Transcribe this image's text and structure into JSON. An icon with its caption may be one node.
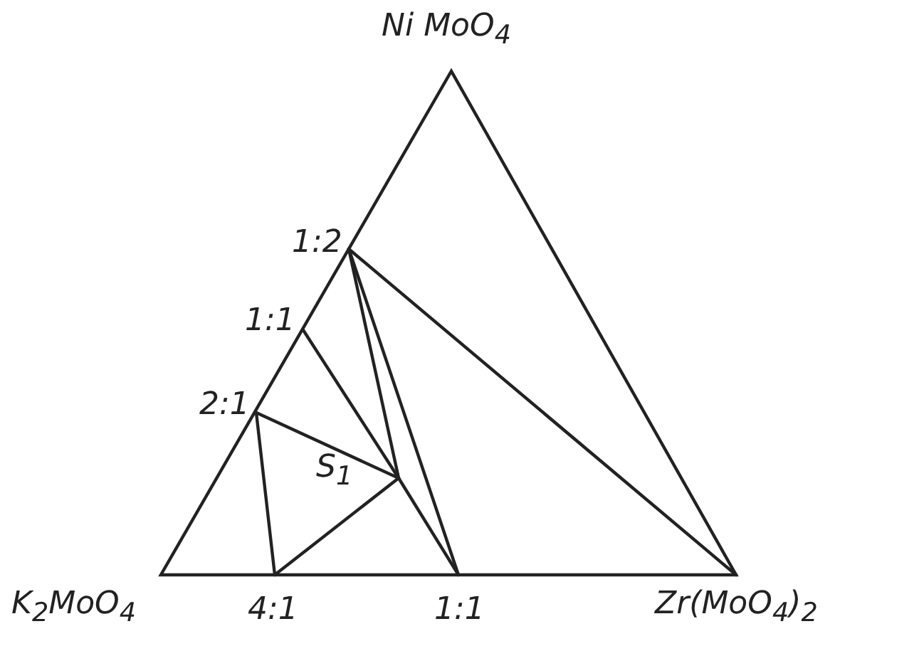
{
  "diagram": {
    "labels": [
      "Ni MoO$_{4}$",
      "1:2",
      "1:1",
      "2:1",
      "S$_{1}$",
      "K$_{2}$MoO$_{4}$",
      "4:1",
      "1:1",
      "Zr(MoO$_{4}$)$_{2}$"
    ]
  }
}
